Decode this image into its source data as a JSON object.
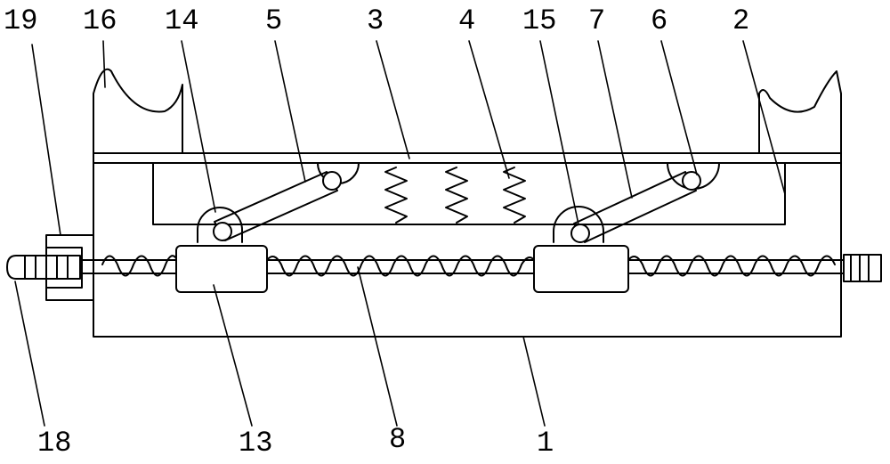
{
  "figure": {
    "line_color": "#000000",
    "background": "#ffffff",
    "labels": {
      "l19": "19",
      "l16": "16",
      "l14": "14",
      "l5": "5",
      "l3": "3",
      "l4": "4",
      "l15": "15",
      "l7": "7",
      "l6": "6",
      "l2": "2",
      "l18": "18",
      "l13": "13",
      "l8": "8",
      "l1": "1"
    }
  }
}
